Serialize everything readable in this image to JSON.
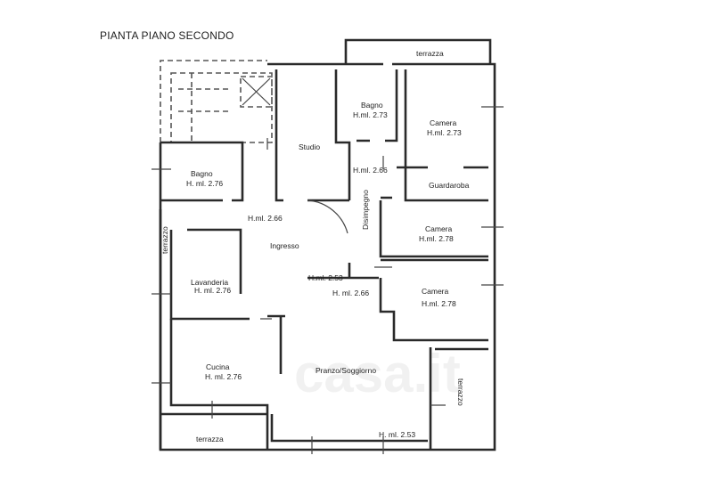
{
  "title": "PIANTA PIANO SECONDO",
  "watermark": "casa.it",
  "rooms": {
    "terrazza_top": "terrazza",
    "bagno_top": {
      "name": "Bagno",
      "height": "H.ml. 2.73"
    },
    "camera_top": {
      "name": "Camera",
      "height": "H.ml. 2.73"
    },
    "studio": "Studio",
    "bagno_left": {
      "name": "Bagno",
      "height": "H. ml. 2.76"
    },
    "disimpegno_height": "H.ml. 2.66",
    "guardaroba": "Guardaroba",
    "disimpegno": "Disimpegno",
    "ingresso_height": "H.ml. 2.66",
    "terrazzo_left": "terrazzo",
    "camera_mid": {
      "name": "Camera",
      "height": "H.ml. 2.78"
    },
    "ingresso": "Ingresso",
    "corridor_height_a": "H.ml. 2.53",
    "corridor_height_b": "H. ml. 2.66",
    "lavanderia": {
      "name": "Lavanderia",
      "height": "H. ml. 2.76"
    },
    "camera_low": {
      "name": "Camera",
      "height": "H.ml. 2.78"
    },
    "cucina": {
      "name": "Cucina",
      "height": "H. ml. 2.76"
    },
    "pranzo": "Pranzo/Soggiorno",
    "terrazzo_right": "terrazzo",
    "pranzo_height": "H. ml. 2.53",
    "terrazza_bottom": "terrazza"
  }
}
